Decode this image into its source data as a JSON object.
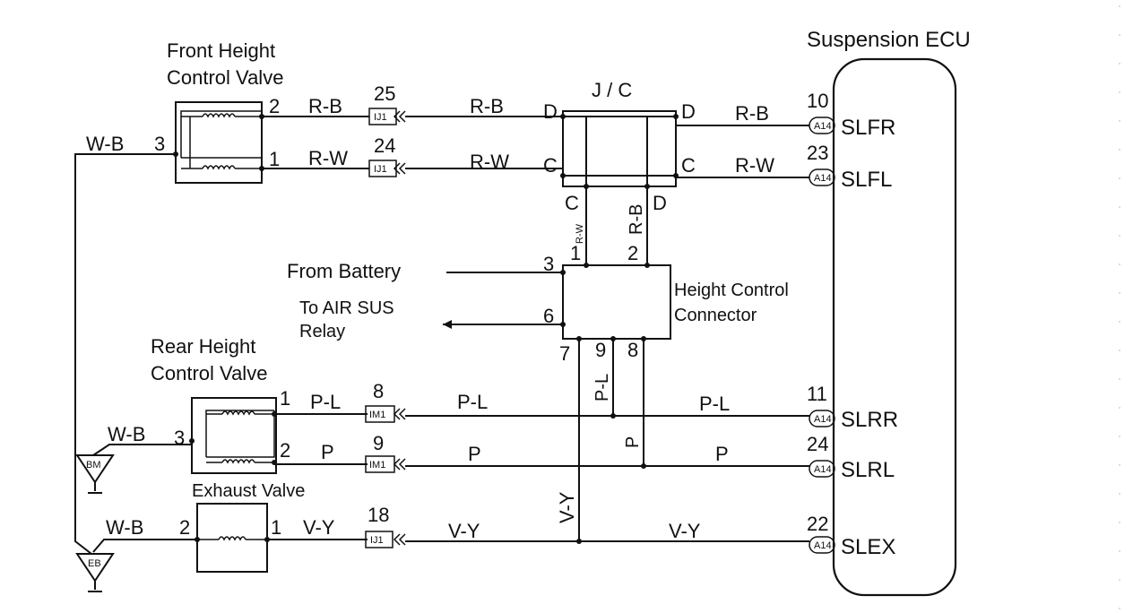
{
  "ecu": {
    "title": "Suspension ECU",
    "pins": [
      {
        "num": "10",
        "name": "SLFR",
        "connector": "A14"
      },
      {
        "num": "23",
        "name": "SLFL",
        "connector": "A14"
      },
      {
        "num": "11",
        "name": "SLRR",
        "connector": "A14"
      },
      {
        "num": "24",
        "name": "SLRL",
        "connector": "A14"
      },
      {
        "num": "22",
        "name": "SLEX",
        "connector": "A14"
      }
    ]
  },
  "front_valve": {
    "title_line1": "Front Height",
    "title_line2": "Control Valve",
    "pin_top": "2",
    "pin_bottom": "1",
    "pin_ground": "3"
  },
  "rear_valve": {
    "title_line1": "Rear Height",
    "title_line2": "Control Valve",
    "pin_top": "1",
    "pin_bottom": "2",
    "pin_ground": "3"
  },
  "exhaust_valve": {
    "title": "Exhaust Valve",
    "pin_ground": "2",
    "pin_signal": "1"
  },
  "jc": {
    "title": "J / C",
    "pin_left_top": "D",
    "pin_left_bottom": "C",
    "pin_right_top": "D",
    "pin_right_bottom": "C",
    "pin_bottom_left": "C",
    "pin_bottom_right": "D"
  },
  "height_connector": {
    "title_line1": "Height Control",
    "title_line2": "Connector",
    "pins": [
      "1",
      "2",
      "3",
      "6",
      "7",
      "9",
      "8"
    ]
  },
  "external": {
    "battery": "From Battery",
    "relay_line1": "To AIR SUS",
    "relay_line2": "Relay"
  },
  "junctions": [
    {
      "pin": "25",
      "code": "IJ1"
    },
    {
      "pin": "24",
      "code": "IJ1"
    },
    {
      "pin": "8",
      "code": "IM1"
    },
    {
      "pin": "9",
      "code": "IM1"
    },
    {
      "pin": "18",
      "code": "IJ1"
    }
  ],
  "grounds": [
    "BM",
    "EB"
  ],
  "wire_colors": {
    "rb": "R-B",
    "rw": "R-W",
    "wb": "W-B",
    "pl": "P-L",
    "p": "P",
    "vy": "V-Y"
  }
}
